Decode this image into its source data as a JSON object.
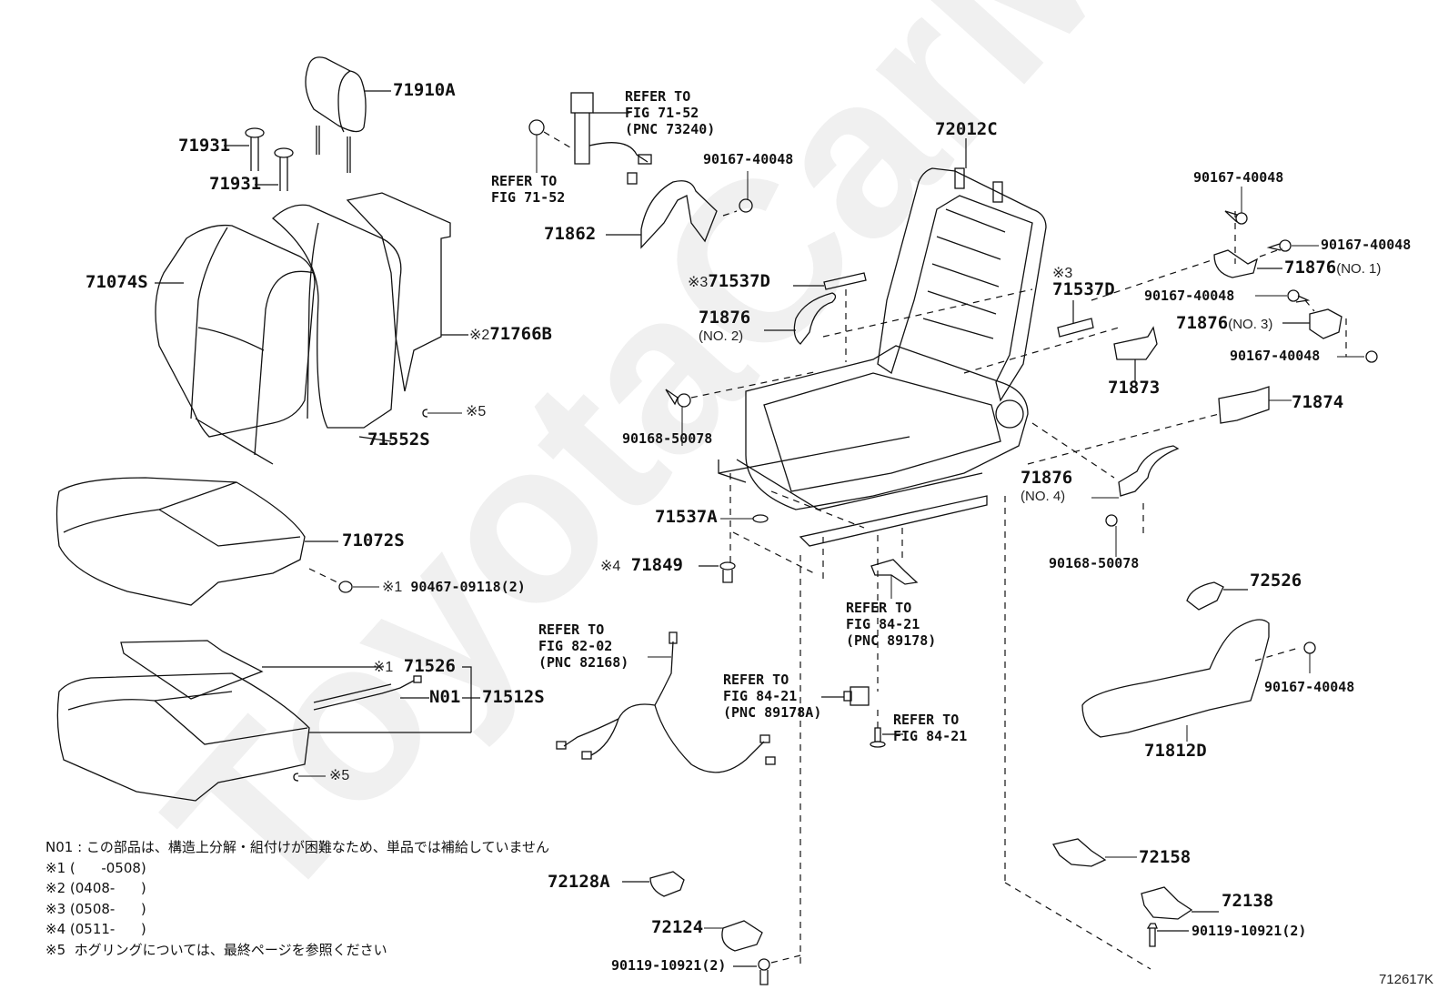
{
  "diagram": {
    "type": "exploded-parts-diagram",
    "subject": "front seat assembly",
    "watermark": "ToyotaCarMe.ru",
    "figure_id": "712617K",
    "parts": [
      {
        "id": "p-71910A",
        "label": "71910A"
      },
      {
        "id": "p-71931a",
        "label": "71931"
      },
      {
        "id": "p-71931b",
        "label": "71931"
      },
      {
        "id": "p-71074S",
        "label": "71074S"
      },
      {
        "id": "p-71766B",
        "label": "71766B",
        "mark": "※2"
      },
      {
        "id": "p-ring5a",
        "label": "※5"
      },
      {
        "id": "p-71552S",
        "label": "71552S"
      },
      {
        "id": "p-71072S",
        "label": "71072S"
      },
      {
        "id": "p-90467",
        "label": "90467-09118(2)",
        "mark": "※1"
      },
      {
        "id": "p-71526",
        "label": "71526",
        "mark": "※1"
      },
      {
        "id": "p-N01",
        "label": "N01"
      },
      {
        "id": "p-71512S",
        "label": "71512S"
      },
      {
        "id": "p-ring5b",
        "label": "※5"
      },
      {
        "id": "p-ref7152a",
        "label": "REFER TO\nFIG 71-52\n(PNC 73240)"
      },
      {
        "id": "p-ref7152b",
        "label": "REFER TO\nFIG 71-52"
      },
      {
        "id": "p-90167-top",
        "label": "90167-40048"
      },
      {
        "id": "p-71862",
        "label": "71862"
      },
      {
        "id": "p-72012C",
        "label": "72012C"
      },
      {
        "id": "p-71537D-left",
        "label": "71537D",
        "mark": "※3"
      },
      {
        "id": "p-71876-no2",
        "label": "71876",
        "sub": "(NO. 2)"
      },
      {
        "id": "p-90168-left",
        "label": "90168-50078"
      },
      {
        "id": "p-71537D-right",
        "label": "71537D",
        "mark": "※3"
      },
      {
        "id": "p-90167-r1",
        "label": "90167-40048"
      },
      {
        "id": "p-90167-r2",
        "label": "90167-40048"
      },
      {
        "id": "p-71876-no1",
        "label": "71876",
        "sub": "(NO. 1)"
      },
      {
        "id": "p-90167-r3",
        "label": "90167-40048"
      },
      {
        "id": "p-71876-no3",
        "label": "71876",
        "sub": "(NO. 3)"
      },
      {
        "id": "p-90167-r4",
        "label": "90167-40048"
      },
      {
        "id": "p-71873",
        "label": "71873"
      },
      {
        "id": "p-71874",
        "label": "71874"
      },
      {
        "id": "p-71876-no4",
        "label": "71876",
        "sub": "(NO. 4)"
      },
      {
        "id": "p-90168-right",
        "label": "90168-50078"
      },
      {
        "id": "p-71537A",
        "label": "71537A"
      },
      {
        "id": "p-71849",
        "label": "71849",
        "mark": "※4"
      },
      {
        "id": "p-ref8421a",
        "label": "REFER TO\nFIG 84-21\n(PNC 89178)"
      },
      {
        "id": "p-ref8202",
        "label": "REFER TO\nFIG 82-02\n(PNC 82168)"
      },
      {
        "id": "p-ref8421b",
        "label": "REFER TO\nFIG 84-21\n(PNC 89178A)"
      },
      {
        "id": "p-ref8421c",
        "label": "REFER TO\nFIG 84-21"
      },
      {
        "id": "p-72526",
        "label": "72526"
      },
      {
        "id": "p-90167-arm",
        "label": "90167-40048"
      },
      {
        "id": "p-71812D",
        "label": "71812D"
      },
      {
        "id": "p-72158",
        "label": "72158"
      },
      {
        "id": "p-72138",
        "label": "72138"
      },
      {
        "id": "p-90119-right",
        "label": "90119-10921(2)"
      },
      {
        "id": "p-72128A",
        "label": "72128A"
      },
      {
        "id": "p-72124",
        "label": "72124"
      },
      {
        "id": "p-90119-left",
        "label": "90119-10921(2)"
      }
    ],
    "notes": [
      "N01 : この部品は、構造上分解・組付けが困難なため、単品では補給していません",
      "※1 (      -0508)",
      "※2 (0408-      )",
      "※3 (0508-      )",
      "※4 (0511-      )",
      "※5  ホグリングについては、最終ページを参照ください"
    ]
  },
  "colors": {
    "line": "#111111",
    "background": "#ffffff",
    "watermark": "#f1f1f1"
  }
}
